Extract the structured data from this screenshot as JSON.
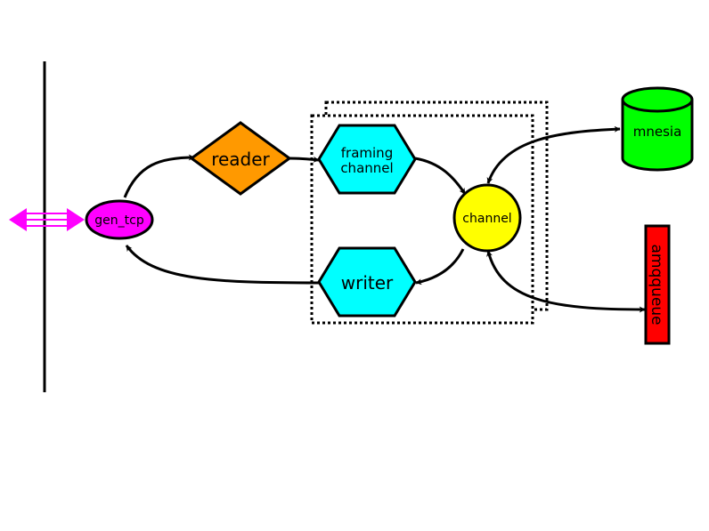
{
  "nodes": {
    "gen_tcp": {
      "label": "gen_tcp",
      "color": "#ff00ff"
    },
    "reader": {
      "label": "reader",
      "color": "#ff9900"
    },
    "framing_channel": {
      "label_line1": "framing",
      "label_line2": "channel",
      "color": "#00ffff"
    },
    "writer": {
      "label": "writer",
      "color": "#00ffff"
    },
    "channel": {
      "label": "channel",
      "color": "#ffff00"
    },
    "mnesia": {
      "label": "mnesia",
      "color": "#00ff00"
    },
    "amqqueue": {
      "label": "amqqueue",
      "color": "#ff0000"
    }
  },
  "colors": {
    "external_link": "#ff00ff",
    "stroke": "#000000"
  }
}
